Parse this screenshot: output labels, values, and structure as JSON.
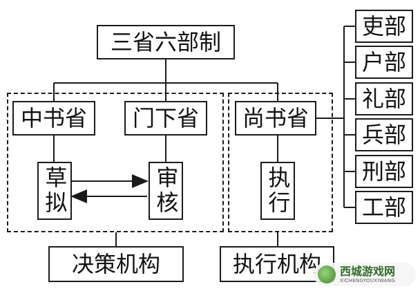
{
  "diagram": {
    "root": "三省六部制",
    "zhongshu": "中书省",
    "menxia": "门下省",
    "shangshu": "尚书省",
    "caoni": "草拟",
    "shenhe": "审核",
    "zhixing": "执行",
    "decision_label": "决策机构",
    "execution_label": "执行机构",
    "ministries": [
      "吏部",
      "户部",
      "礼部",
      "兵部",
      "刑部",
      "工部"
    ]
  },
  "watermark": {
    "title": "西城游戏网",
    "subtitle": "XICHENGYOUXIWANG"
  }
}
